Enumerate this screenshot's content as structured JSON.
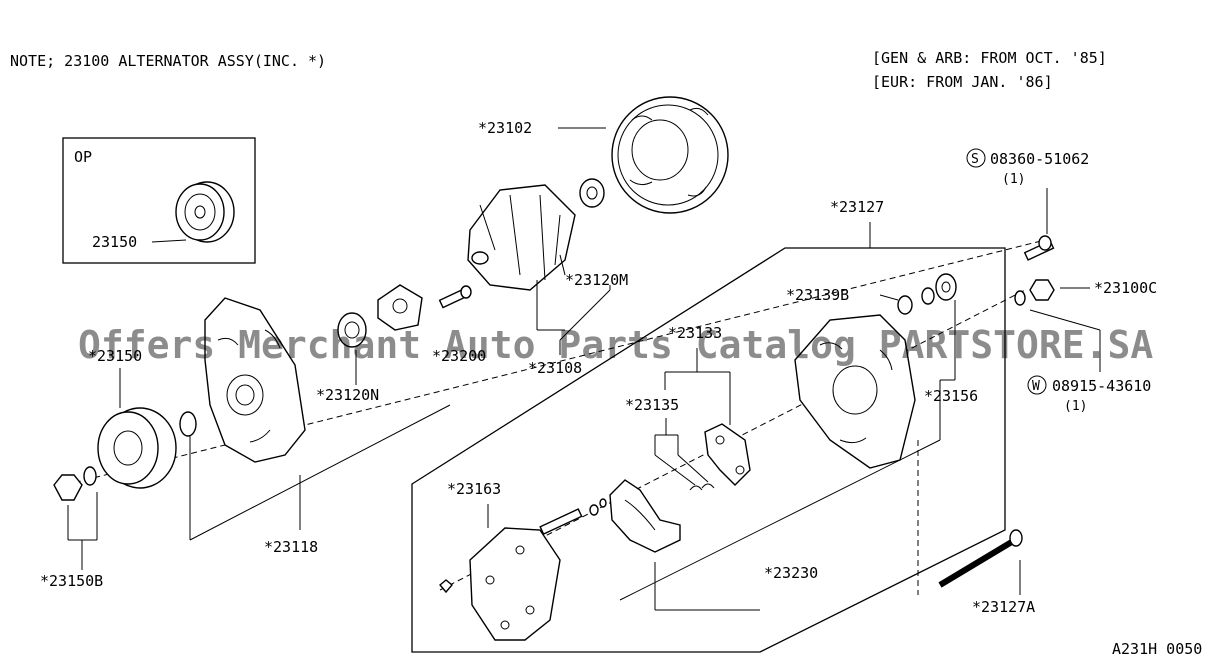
{
  "note": "NOTE; 23100 ALTERNATOR ASSY(INC. *)",
  "applicability": [
    "[GEN & ARB: FROM OCT. '85]",
    "[EUR: FROM JAN. '86]"
  ],
  "op_box": {
    "title": "OP",
    "part": "23150"
  },
  "labels": {
    "p23102": "*23102",
    "p23127": "*23127",
    "p23120M": "*23120M",
    "p23139B": "*23139B",
    "p23100C": "*23100C",
    "p23150": "*23150",
    "p23200": "*23200",
    "p23120N": "*23120N",
    "p23108": "*23108",
    "p23133": "*23133",
    "p23135": "*23135",
    "p23156": "*23156",
    "p23163": "*23163",
    "p23118": "*23118",
    "p23150B": "*23150B",
    "p23230": "*23230",
    "p23127A": "*23127A"
  },
  "screw": {
    "symbol": "S",
    "part": "08360-51062",
    "qty": "(1)"
  },
  "washer": {
    "symbol": "W",
    "part": "08915-43610",
    "qty": "(1)"
  },
  "watermark": "Offers Merchant Auto Parts Catalog PARTSTORE.SA",
  "diagram_code": "A231H 0050"
}
